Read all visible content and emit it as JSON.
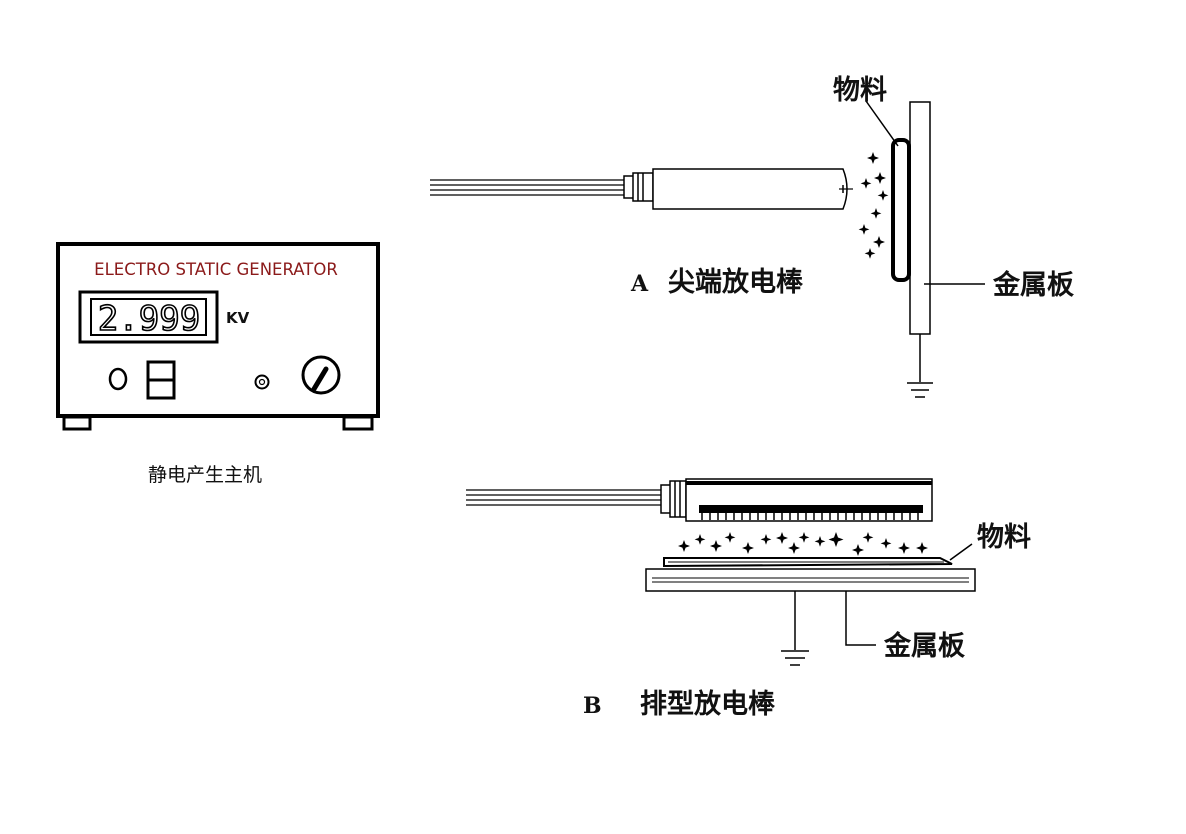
{
  "generator": {
    "brand_text": "ELECTRO STATIC GENERATOR",
    "display_value": "2.999",
    "unit": "KV",
    "caption": "静电产生主机",
    "brand_color": "#8b1a1a"
  },
  "diagram_a": {
    "letter": "A",
    "title": "尖端放电棒",
    "material_label": "物料",
    "plate_label": "金属板"
  },
  "diagram_b": {
    "letter": "B",
    "title": "排型放电棒",
    "material_label": "物料",
    "plate_label": "金属板"
  }
}
